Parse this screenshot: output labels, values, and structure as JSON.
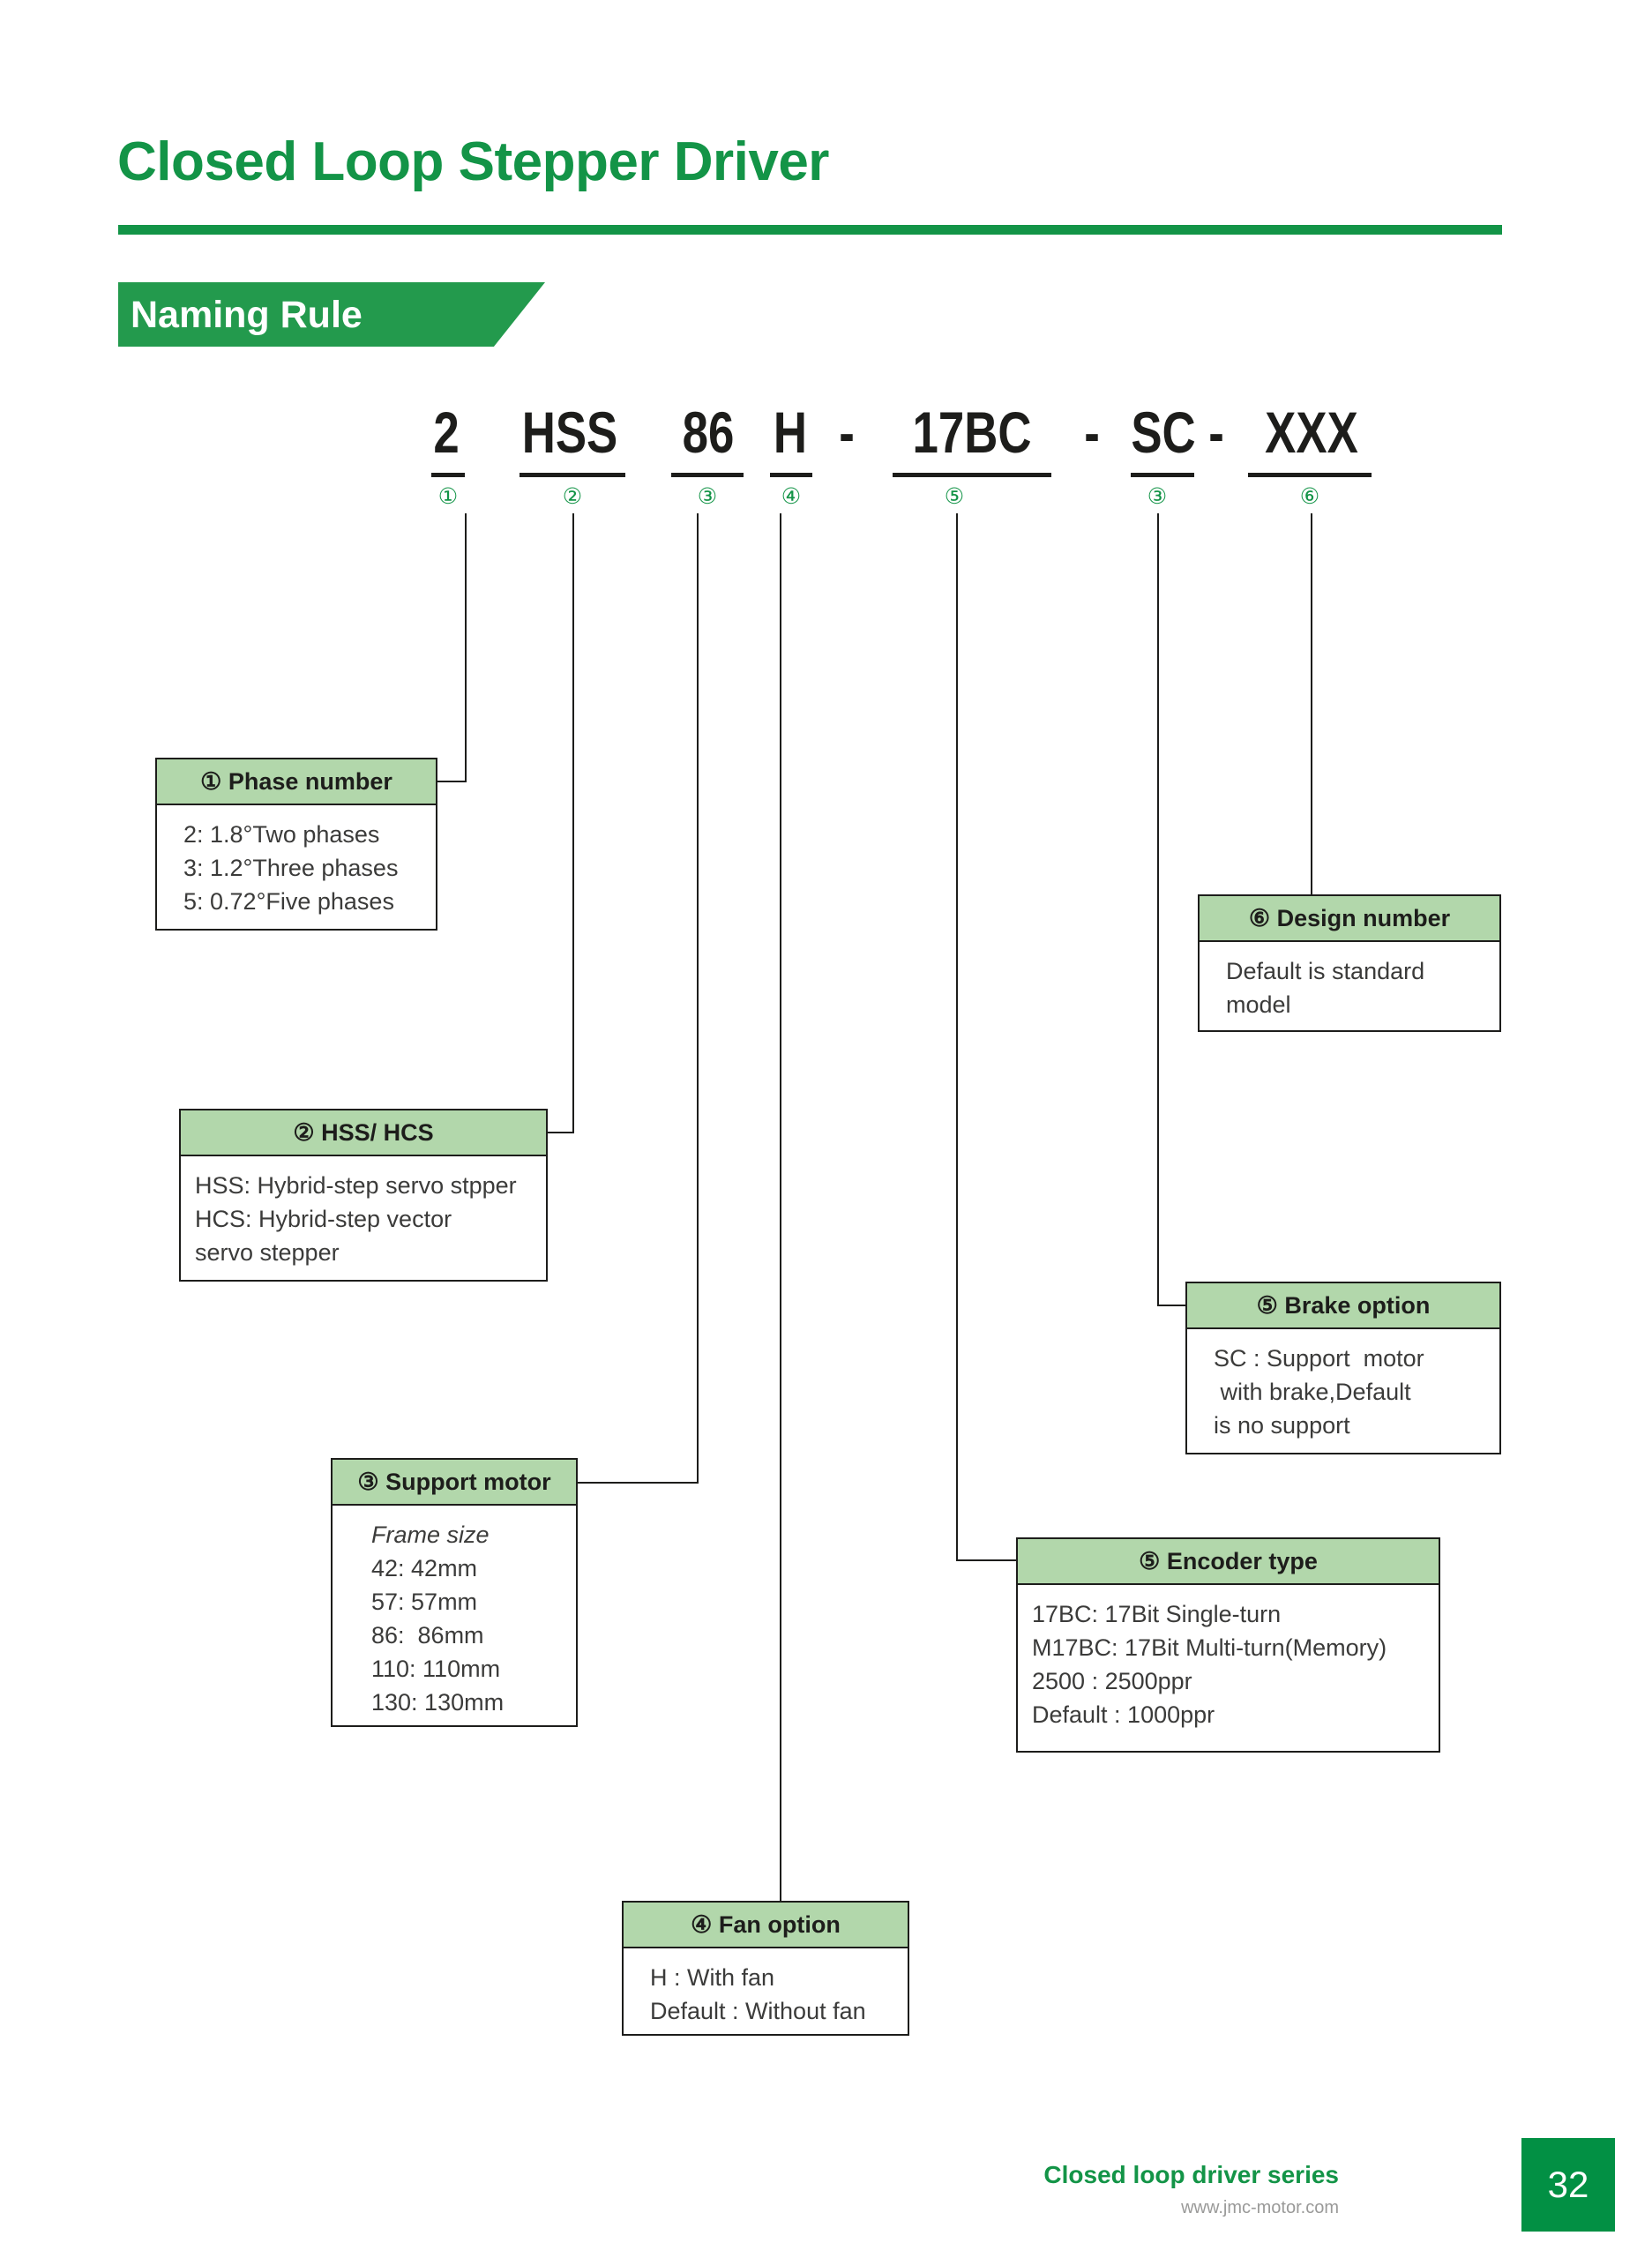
{
  "page": {
    "title": "Closed Loop Stepper Driver",
    "section_label": "Naming Rule",
    "accent_green": "#139447",
    "banner_green": "#239a4d",
    "box_header_green": "#b2d7ab",
    "text_color": "#1d1d1b"
  },
  "part_number": {
    "full": "2 HSS 86 H - 17BC - SC - XXX",
    "segments": [
      {
        "text": "2",
        "marker": "①"
      },
      {
        "text": "HSS",
        "marker": "②"
      },
      {
        "text": "86",
        "marker": "③"
      },
      {
        "text": "H",
        "marker": "④"
      },
      {
        "text": "17BC",
        "marker": "⑤"
      },
      {
        "text": "SC",
        "marker": "③"
      },
      {
        "text": "XXX",
        "marker": "⑥"
      }
    ],
    "separators": [
      "-",
      "-",
      "-"
    ]
  },
  "boxes": {
    "phase_number": {
      "header": "① Phase number",
      "lines": [
        "2: 1.8°Two phases",
        "3: 1.2°Three phases",
        "5: 0.72°Five phases"
      ]
    },
    "hss_hcs": {
      "header": "② HSS/ HCS",
      "lines": [
        "HSS: Hybrid-step servo stpper",
        "HCS: Hybrid-step vector",
        "servo stepper"
      ]
    },
    "support_motor": {
      "header": "③ Support motor",
      "subtitle": "Frame size",
      "lines": [
        "42: 42mm",
        "57: 57mm",
        "86:  86mm",
        "110: 110mm",
        "130: 130mm"
      ]
    },
    "fan_option": {
      "header": "④ Fan option",
      "lines": [
        "H : With fan",
        "Default : Without fan"
      ]
    },
    "encoder_type": {
      "header": "⑤ Encoder type",
      "lines": [
        "17BC: 17Bit Single-turn",
        "M17BC: 17Bit Multi-turn(Memory)",
        "2500 : 2500ppr",
        "Default : 1000ppr"
      ]
    },
    "brake_option": {
      "header": "⑤ Brake option",
      "lines": [
        "SC : Support  motor",
        " with brake,Default",
        "is no support"
      ]
    },
    "design_number": {
      "header": "⑥ Design number",
      "lines": [
        "Default is standard",
        "model"
      ]
    }
  },
  "footer": {
    "series": "Closed loop driver series",
    "url": "www.jmc-motor.com",
    "page_number": "32"
  }
}
